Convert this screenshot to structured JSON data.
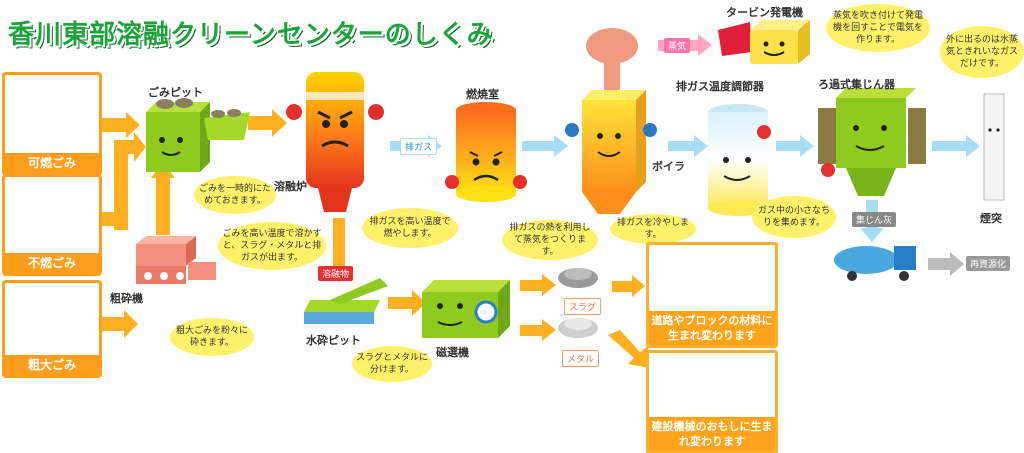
{
  "title": "香川東部溶融クリーンセンターのしくみ",
  "sources": [
    {
      "label": "可燃ごみ"
    },
    {
      "label": "不燃ごみ"
    },
    {
      "label": "粗大ごみ"
    }
  ],
  "facilities": {
    "pit": "ごみピット",
    "crusher": "粗砕機",
    "melting_furnace": "溶融炉",
    "combustion_chamber": "燃焼室",
    "boiler": "ボイラ",
    "temp_regulator": "排ガス温度調節器",
    "filter": "ろ過式集じん器",
    "turbine": "タービン発電機",
    "chimney": "煙突",
    "water_pit": "水砕ピット",
    "separator": "磁選機"
  },
  "tags": {
    "exhaust_gas": "排ガス",
    "steam": "蒸気",
    "molten": "溶融物",
    "slag": "スラグ",
    "metal": "メタル",
    "fly_ash": "集じん灰",
    "recycle": "再資源化"
  },
  "bubbles": {
    "pit": "ごみを一時的にためておきます。",
    "crusher": "粗大ごみを粉々に砕きます。",
    "furnace": "ごみを高い温度で溶かすと、スラグ・メタルと排ガスが出ます。",
    "combustion": "排ガスを高い温度で燃やします。",
    "boiler": "排ガスの熱を利用して蒸気をつくります。",
    "regulator": "排ガスを冷やします。",
    "filter": "ガス中の小さなちりを集めます。",
    "turbine": "蒸気を吹き付けて発電機を回すことで電気を作ります。",
    "chimney": "外に出るのは水蒸気ときれいなガスだけです。",
    "separator": "スラグとメタルに分けます。"
  },
  "results": {
    "slag_use": "道路やブロックの材料に生まれ変わります",
    "metal_use": "建設機械のおもしに生まれ変わります"
  },
  "colors": {
    "arrow_orange": "#ffb020",
    "arrow_blue": "#a7ddf5",
    "bubble": "#fff16a",
    "title_green": "#1aa33a"
  }
}
